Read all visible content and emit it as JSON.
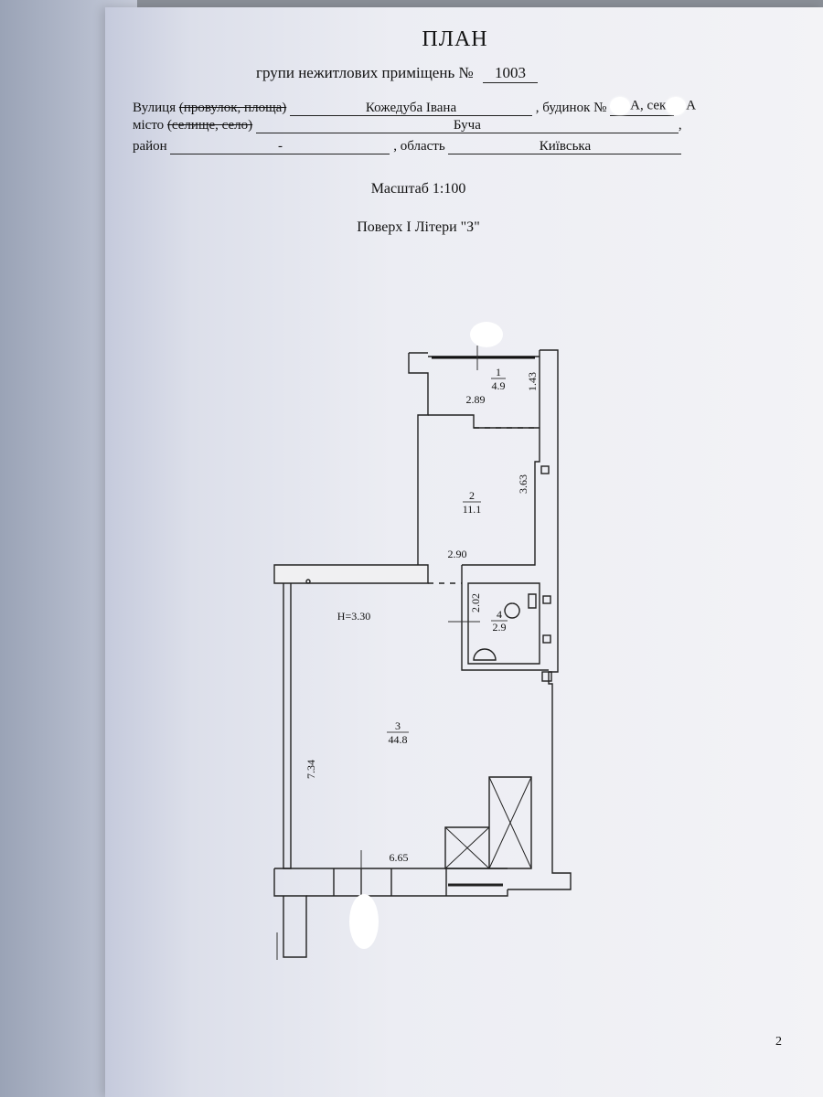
{
  "document": {
    "title": "ПЛАН",
    "subtitle_prefix": "групи нежитлових приміщень №",
    "group_number": "1003",
    "street_label": "Вулиця ",
    "street_label_struck": "(провулок, площа)",
    "street_value": "Кожедуба Івана",
    "house_label": ", будинок №",
    "house_suffix": "А, сек",
    "section_suffix": "А",
    "city_label": "місто ",
    "city_label_struck": "(селище, село)",
    "city_value": "Буча",
    "city_comma": ",",
    "district_label": "район",
    "district_value": "-",
    "region_label": ", область",
    "region_value": "Київська",
    "scale": "Масштаб 1:100",
    "floor": "Поверх I Літери \"З\"",
    "page_number": "2"
  },
  "plan": {
    "rooms": [
      {
        "number": "1",
        "area": "4.9"
      },
      {
        "number": "2",
        "area": "11.1"
      },
      {
        "number": "3",
        "area": "44.8"
      },
      {
        "number": "4",
        "area": "2.9"
      }
    ],
    "dims": {
      "d1_width": "2.89",
      "d1_height": "1.43",
      "d2_height": "3.63",
      "d2_width": "2.90",
      "d4_height": "2.02",
      "d3_height": "7.34",
      "d3_width": "6.65"
    },
    "ceiling_height": "H=3.30"
  }
}
